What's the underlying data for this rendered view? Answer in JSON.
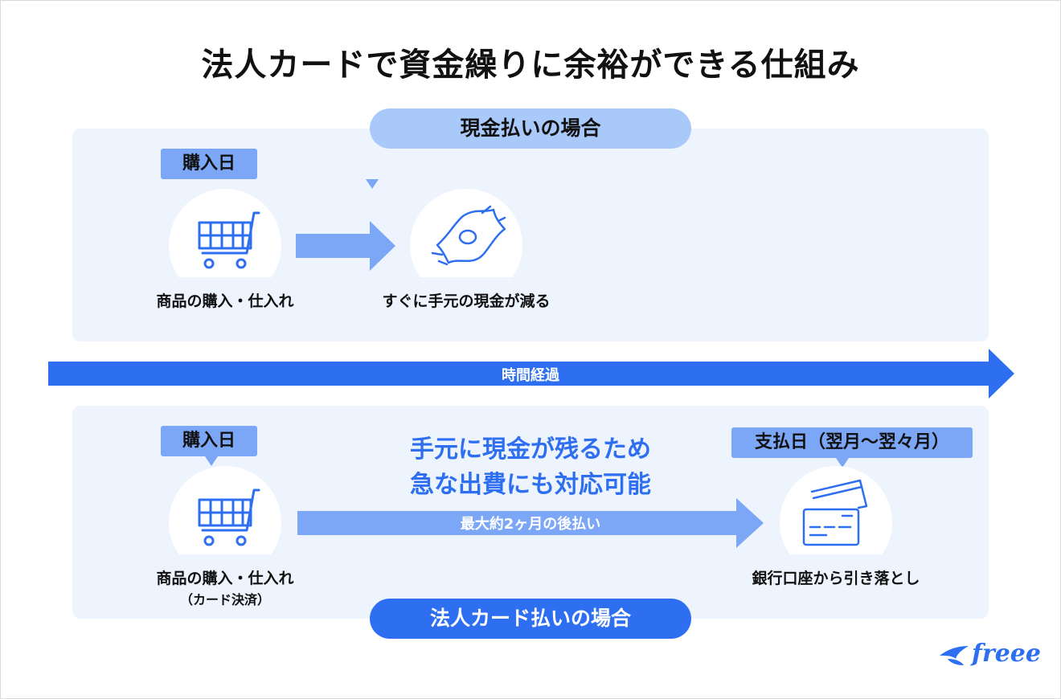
{
  "title": "法人カードで資金繰りに余裕ができる仕組み",
  "cash_case": {
    "heading": "現金払いの場合",
    "purchase_tag": "購入日",
    "purchase_label": "商品の購入・仕入れ",
    "result_label": "すぐに手元の現金が減る"
  },
  "timeline": {
    "label": "時間経過"
  },
  "card_case": {
    "heading": "法人カード払いの場合",
    "purchase_tag": "購入日",
    "purchase_label": "商品の購入・仕入れ",
    "purchase_sublabel": "（カード決済）",
    "benefit_line1": "手元に現金が残るため",
    "benefit_line2": "急な出費にも対応可能",
    "deferral_label": "最大約2ヶ月の後払い",
    "payment_tag": "支払日（翌月〜翌々月）",
    "payment_label": "銀行口座から引き落とし"
  },
  "logo": {
    "text": "freee",
    "icon": "freee-bird-logo"
  },
  "colors": {
    "accent": "#2d6ff0",
    "light_accent": "#7ca7f6",
    "panel_bg": "#eef4fd",
    "pill_light": "#a9c9fa"
  }
}
